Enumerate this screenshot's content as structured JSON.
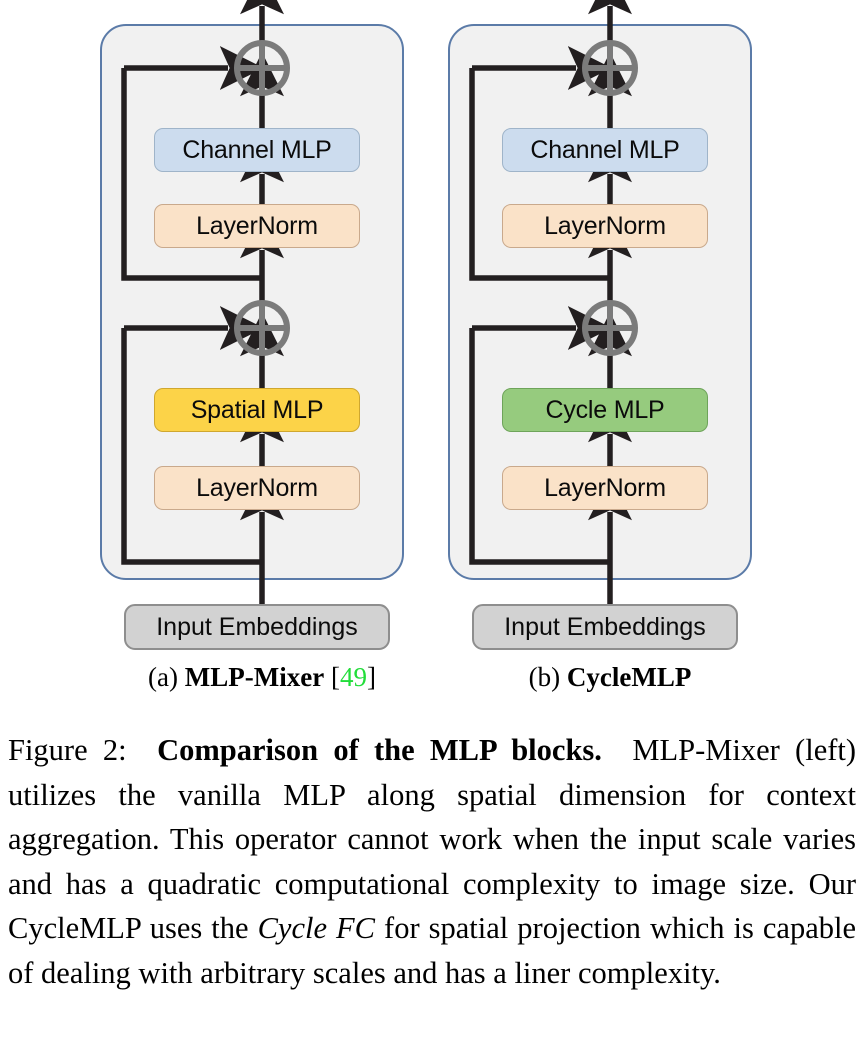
{
  "figure": {
    "label": "Figure 2:",
    "title": "Comparison of the MLP blocks.",
    "body_part1": "MLP-Mixer (left) utilizes the vanilla MLP along spatial dimension for context aggregation. This operator cannot work when the input scale varies and has a quadratic computational complexity to image size. Our CycleMLP uses the ",
    "body_italic": "Cycle FC",
    "body_part2": " for spatial projection which is capable of dealing with arbitrary scales and has a liner complexity."
  },
  "diagrams": [
    {
      "id": "mlp-mixer",
      "subcaption_index": "(a)",
      "subcaption_name": "MLP-Mixer",
      "citation_open": "[",
      "citation_number": "49",
      "citation_close": "]",
      "has_citation": true,
      "blocks": {
        "channel_mlp": "Channel MLP",
        "layernorm_top": "LayerNorm",
        "token_mixer": "Spatial MLP",
        "layernorm_bottom": "LayerNorm",
        "input_embeddings": "Input Embeddings"
      },
      "operators": {
        "add_top": "⊕",
        "add_bottom": "⊕"
      }
    },
    {
      "id": "cyclemlp",
      "subcaption_index": "(b)",
      "subcaption_name": "CycleMLP",
      "citation_open": "",
      "citation_number": "",
      "citation_close": "",
      "has_citation": false,
      "blocks": {
        "channel_mlp": "Channel MLP",
        "layernorm_top": "LayerNorm",
        "token_mixer": "Cycle MLP",
        "layernorm_bottom": "LayerNorm",
        "input_embeddings": "Input Embeddings"
      },
      "operators": {
        "add_top": "⊕",
        "add_bottom": "⊕"
      }
    }
  ],
  "colors": {
    "channel_mlp_fill": "#ccdcee",
    "layernorm_fill": "#fae2c8",
    "spatial_mlp_fill": "#fcd348",
    "cycle_mlp_fill": "#96cb7e",
    "input_embeddings_fill": "#d2d2d2",
    "container_fill": "#f1f1f1",
    "container_border": "#5b7ba8",
    "wire": "#231f20",
    "operator": "#7b7b7b",
    "citation_green": "#22dd3a"
  }
}
